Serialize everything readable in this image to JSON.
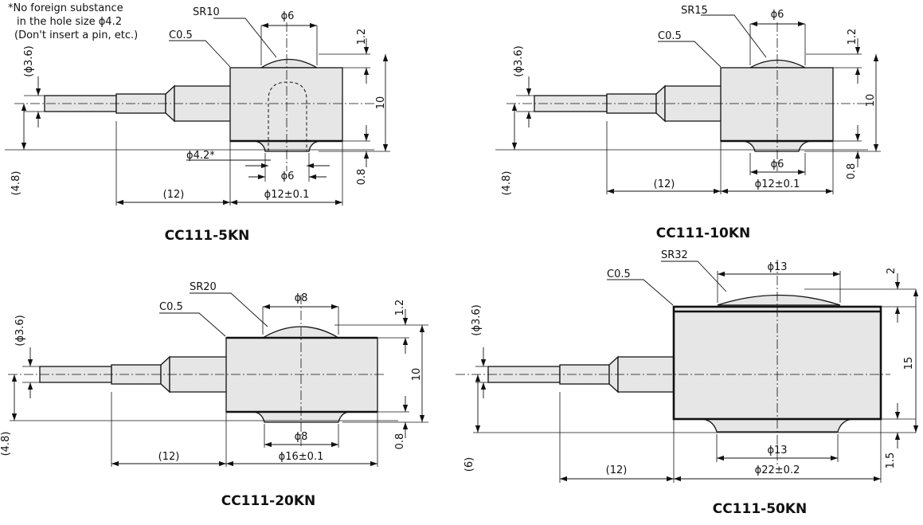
{
  "note": {
    "line1": "*No foreign substance",
    "line2": "in the hole size ϕ4.2",
    "line3": "(Don't insert a pin, etc.)"
  },
  "models": [
    {
      "title": "CC111-5KN",
      "sr": "SR10",
      "chamfer": "C0.5",
      "top_dia": "ϕ6",
      "top_height": "1.2",
      "height": "10",
      "bottom_height": "0.8",
      "bottom_dia": "ϕ6",
      "body_dia": "ϕ12±0.1",
      "cable_dia": "(ϕ3.6)",
      "cable_offset": "(4.8)",
      "cable_length": "(12)",
      "hole": "ϕ4.2*"
    },
    {
      "title": "CC111-10KN",
      "sr": "SR15",
      "chamfer": "C0.5",
      "top_dia": "ϕ6",
      "top_height": "1.2",
      "height": "10",
      "bottom_height": "0.8",
      "bottom_dia": "ϕ6",
      "body_dia": "ϕ12±0.1",
      "cable_dia": "(ϕ3.6)",
      "cable_offset": "(4.8)",
      "cable_length": "(12)"
    },
    {
      "title": "CC111-20KN",
      "sr": "SR20",
      "chamfer": "C0.5",
      "top_dia": "ϕ8",
      "top_height": "1.2",
      "height": "10",
      "bottom_height": "0.8",
      "bottom_dia": "ϕ8",
      "body_dia": "ϕ16±0.1",
      "cable_dia": "(ϕ3.6)",
      "cable_offset": "(4.8)",
      "cable_length": "(12)"
    },
    {
      "title": "CC111-50KN",
      "sr": "SR32",
      "chamfer": "C0.5",
      "top_dia": "ϕ13",
      "top_height": "2",
      "height": "15",
      "bottom_height": "1.5",
      "bottom_dia": "ϕ13",
      "body_dia": "ϕ22±0.2",
      "cable_dia": "(ϕ3.6)",
      "cable_offset": "(6)",
      "cable_length": "(12)"
    }
  ]
}
